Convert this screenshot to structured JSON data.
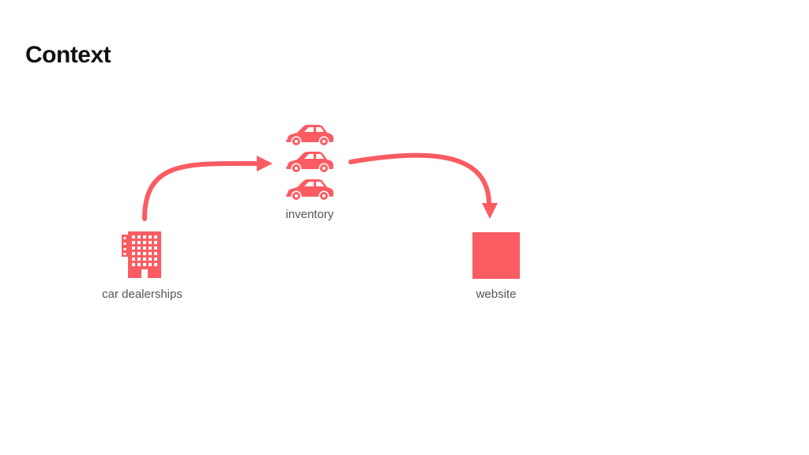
{
  "slide": {
    "title": "Context"
  },
  "diagram": {
    "accent_color": "#fa5c62",
    "nodes": [
      {
        "id": "dealerships",
        "label": "car dealerships",
        "icon": "building-icon"
      },
      {
        "id": "inventory",
        "label": "inventory",
        "icon": "car-icon"
      },
      {
        "id": "website",
        "label": "website",
        "icon": "square-icon"
      }
    ],
    "edges": [
      {
        "from": "dealerships",
        "to": "inventory"
      },
      {
        "from": "inventory",
        "to": "website"
      }
    ]
  }
}
